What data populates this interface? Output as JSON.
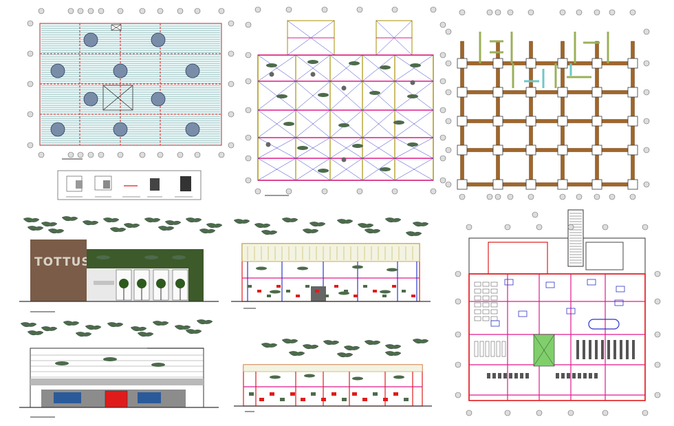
{
  "brand": {
    "store_name": "TOTTUS"
  },
  "colors": {
    "background": "#ffffff",
    "grid": "#555555",
    "bubble": "#dddddd",
    "wood": "#a0662a",
    "wood_dark": "#6b3f12",
    "magenta": "#e0198c",
    "blue": "#2b34c9",
    "olive": "#4d6b4b",
    "cyan": "#6fc7c9",
    "red": "#e01b1b",
    "stone": "#8c8c8c",
    "lightgreen": "#7fcf6a",
    "facade_brown": "#7a5c48",
    "facade_green": "#3d5a2a",
    "yellow": "#b7a12a",
    "gray_band": "#b9b9b9"
  },
  "views": [
    {
      "id": "roof-plan",
      "name": "roof-plan"
    },
    {
      "id": "ceiling-frame-plan",
      "name": "ceiling-frame-plan"
    },
    {
      "id": "foundation-plan",
      "name": "foundation-plan"
    },
    {
      "id": "front-elevation",
      "name": "front-elevation"
    },
    {
      "id": "longitudinal-section",
      "name": "longitudinal-section"
    },
    {
      "id": "floor-plan",
      "name": "floor-plan"
    },
    {
      "id": "rear-elevation",
      "name": "rear-elevation"
    },
    {
      "id": "cross-section",
      "name": "cross-section"
    }
  ]
}
